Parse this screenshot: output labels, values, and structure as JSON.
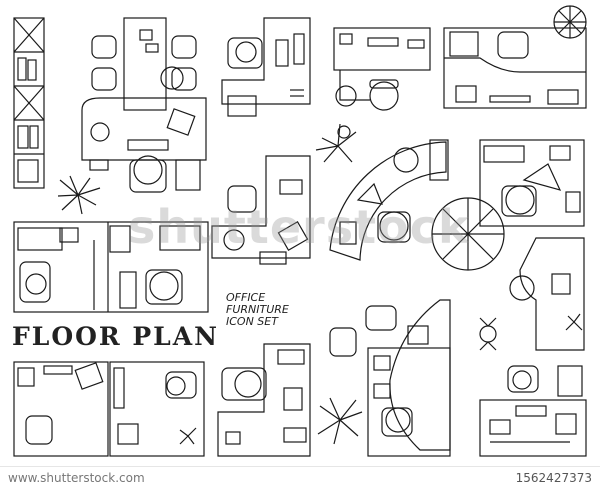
{
  "title": "FLOOR PLAN",
  "subtitle_lines": [
    "OFFICE",
    "FURNITURE",
    "ICON SET"
  ],
  "watermark": "shutterstock",
  "footer": {
    "site": "www.shutterstock.com",
    "image_id": "1562427373"
  },
  "colors": {
    "line": "#1a1a1a",
    "background": "#ffffff",
    "watermark": "#999999"
  }
}
